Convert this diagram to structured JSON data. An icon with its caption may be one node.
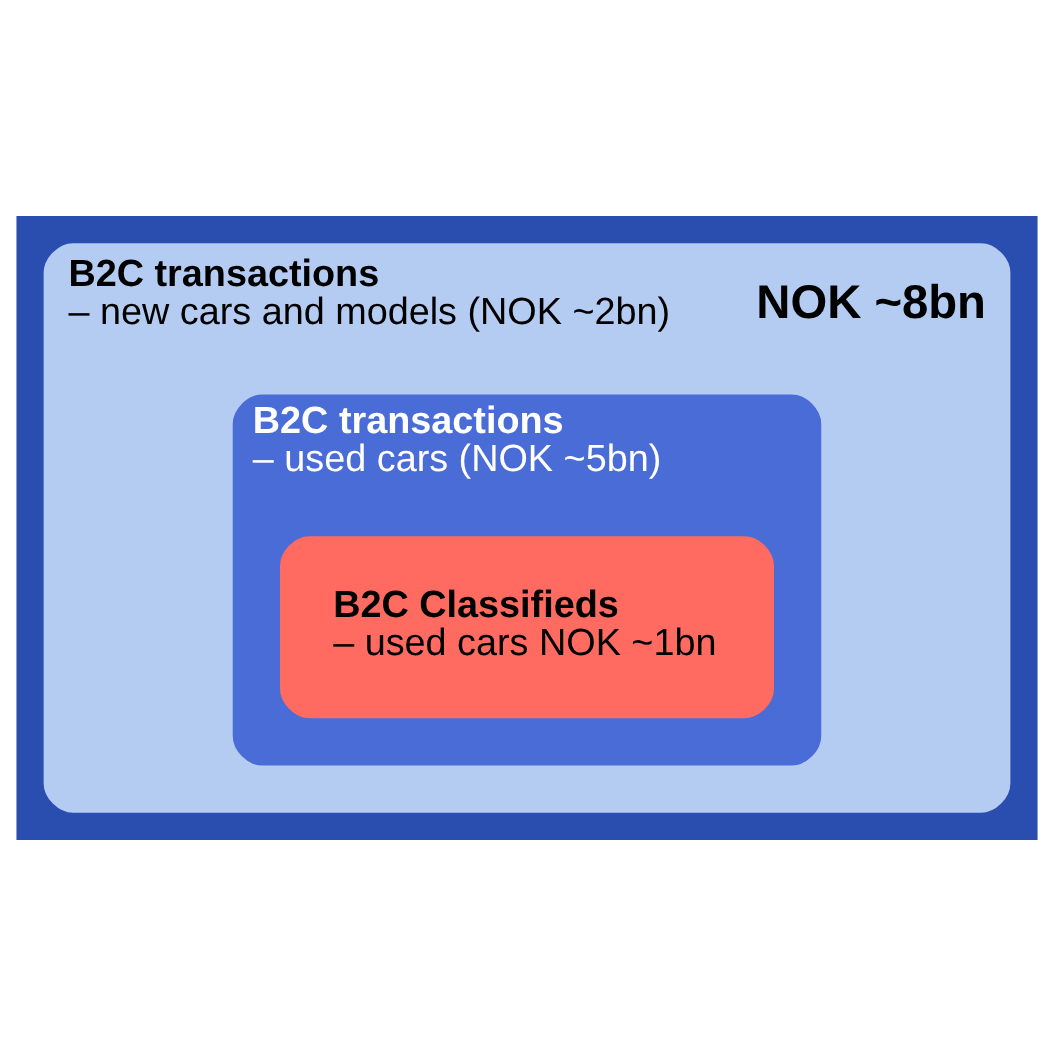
{
  "diagram": {
    "nodes": [
      {
        "text": [
          "B2C transactions",
          "– new cars and models (NOK ~2bn)",
          "NOK ~8bn"
        ]
      },
      {
        "text": [
          "B2C transactions",
          "– used cars (NOK ~5bn)"
        ],
        "in": 0
      },
      {
        "text": [
          "B2C Classifieds",
          "– used cars NOK ~1bn"
        ],
        "in": 1
      }
    ]
  }
}
